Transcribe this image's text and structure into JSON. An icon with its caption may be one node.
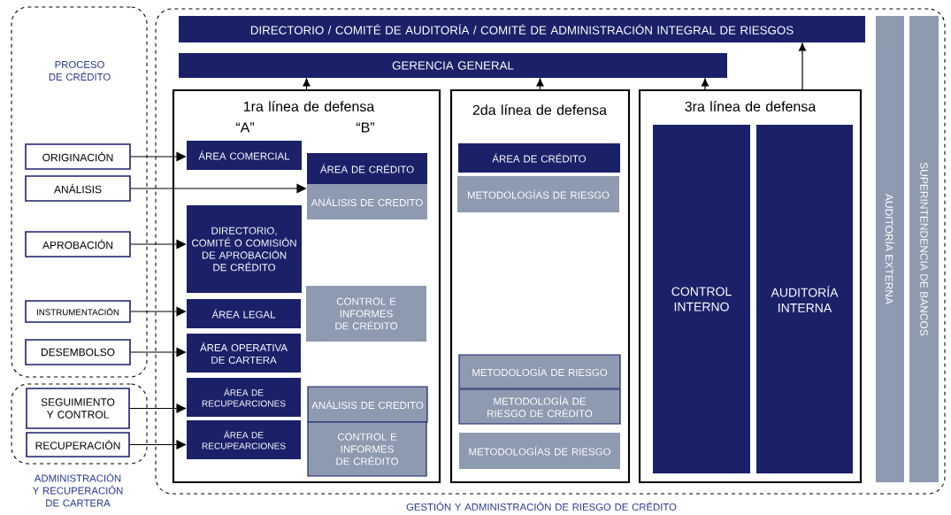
{
  "diagram": {
    "nodes": [
      {
        "text": [
          "PROCESO DE CRÉDITO"
        ]
      },
      {
        "text": [
          "ORIGINACIÓN"
        ],
        "in": 0
      },
      {
        "text": [
          "ANÁLISIS"
        ],
        "in": 0
      },
      {
        "text": [
          "APROBACIÓN"
        ],
        "in": 0
      },
      {
        "text": [
          "INSTRUMENTACIÓN"
        ],
        "in": 0
      },
      {
        "text": [
          "DESEMBOLSO"
        ],
        "in": 0
      },
      {
        "text": [
          "ADMINISTRACIÓN Y RECUPERACIÓN DE CARTERA"
        ]
      },
      {
        "text": [
          "SEGUIMIENTO Y CONTROL"
        ],
        "in": 6
      },
      {
        "text": [
          "RECUPERACIÓN"
        ],
        "in": 6
      },
      {
        "text": [
          "GESTIÓN Y ADMINISTRACIÓN DE RIESGO DE CRÉDITO"
        ]
      },
      {
        "text": [
          "DIRECTORIO / COMITÉ DE AUDITORÍA / COMITÉ DE ADMINISTRACIÓN INTEGRAL DE RIESGOS"
        ],
        "in": 9
      },
      {
        "text": [
          "GERENCIA GENERAL"
        ],
        "in": 9
      },
      {
        "text": [
          "1ra línea de defensa",
          "“A”",
          "“B”"
        ],
        "in": 9
      },
      {
        "text": [
          "ÁREA COMERCIAL"
        ],
        "in": 12
      },
      {
        "text": [
          "ÁREA DE CRÉDITO"
        ],
        "in": 12
      },
      {
        "text": [
          "ANÁLISIS DE CREDITO"
        ],
        "in": 12
      },
      {
        "text": [
          "DIRECTORIO, COMITÉ O COMISIÓN DE APROBACIÓN DE CRÉDITO"
        ],
        "in": 12
      },
      {
        "text": [
          "ÁREA LEGAL"
        ],
        "in": 12
      },
      {
        "text": [
          "CONTROL E INFORMES DE CRÉDITO"
        ],
        "in": 12
      },
      {
        "text": [
          "ÁREA OPERATIVA DE CARTERA"
        ],
        "in": 12
      },
      {
        "text": [
          "ÁREA DE RECUPEARCIONES"
        ],
        "in": 12
      },
      {
        "text": [
          "ANÁLISIS DE CREDITO"
        ],
        "in": 12
      },
      {
        "text": [
          "ÁREA DE RECUPEARCIONES"
        ],
        "in": 12
      },
      {
        "text": [
          "CONTROL E INFORMES DE CRÉDITO"
        ],
        "in": 12
      },
      {
        "text": [
          "2da línea de defensa"
        ],
        "in": 9
      },
      {
        "text": [
          "ÁREA DE CRÉDITO"
        ],
        "in": 24
      },
      {
        "text": [
          "METODOLOGÍAS DE RIESGO"
        ],
        "in": 24
      },
      {
        "text": [
          "METODOLOGÍA DE RIESGO"
        ],
        "in": 24
      },
      {
        "text": [
          "METODOLOGÍA DE RIESGO DE CRÉDITO"
        ],
        "in": 24
      },
      {
        "text": [
          "METODOLOGÍAS DE RIESGO"
        ],
        "in": 24
      },
      {
        "text": [
          "3ra línea de defensa"
        ],
        "in": 9
      },
      {
        "text": [
          "CONTROL INTERNO"
        ],
        "in": 30
      },
      {
        "text": [
          "AUDITORÍA INTERNA"
        ],
        "in": 30
      },
      {
        "text": [
          "AUDITORÍA EXTERNA"
        ],
        "in": 9
      },
      {
        "text": [
          "SUPERINTENDENCIA DE BANCOS"
        ],
        "in": 9
      }
    ],
    "edges": [
      {
        "from": 1,
        "to": 13,
        "arrow": "to"
      },
      {
        "from": 2,
        "to": 15,
        "arrow": "to"
      },
      {
        "from": 3,
        "to": 16,
        "arrow": "to"
      },
      {
        "from": 4,
        "to": 17,
        "arrow": "to"
      },
      {
        "from": 5,
        "to": 19,
        "arrow": "to"
      },
      {
        "from": 7,
        "to": 20,
        "arrow": "to"
      },
      {
        "from": 8,
        "to": 22,
        "arrow": "to"
      },
      {
        "from": 12,
        "to": 11,
        "arrow": "to"
      },
      {
        "from": 24,
        "to": 11,
        "arrow": "to"
      },
      {
        "from": 30,
        "to": 11,
        "arrow": "to"
      },
      {
        "from": 30,
        "to": 10,
        "arrow": "to"
      }
    ]
  }
}
